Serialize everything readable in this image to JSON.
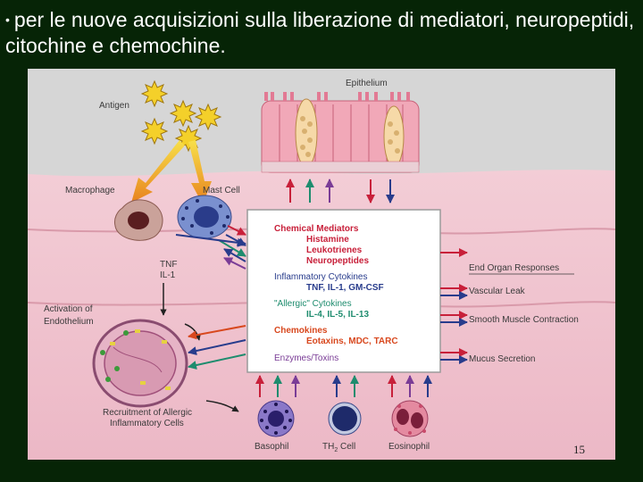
{
  "slide": {
    "bullet_text": "per le nuove acquisizioni sulla liberazione di mediatori, neuropeptidi, citochine e chemochine.",
    "page_number": "15"
  },
  "diagram": {
    "labels": {
      "antigen": "Antigen",
      "epithelium": "Epithelium",
      "macrophage": "Macrophage",
      "mast_cell": "Mast Cell",
      "tnf": "TNF",
      "il1": "IL-1",
      "activation_line1": "Activation of",
      "activation_line2": "Endothelium",
      "recruitment_line1": "Recruitment of Allergic",
      "recruitment_line2": "Inflammatory Cells",
      "basophil": "Basophil",
      "th2_cell": "TH",
      "th2_sub": "2",
      "th2_suffix": " Cell",
      "eosinophil": "Eosinophil"
    },
    "mediators_box": {
      "chemical_mediators": "Chemical Mediators",
      "histamine": "Histamine",
      "leukotrienes": "Leukotrienes",
      "neuropeptides": "Neuropeptides",
      "inflammatory_cytokines": "Inflammatory Cytokines",
      "inflammatory_list": "TNF, IL-1, GM-CSF",
      "allergic_cytokines": "\"Allergic\" Cytokines",
      "allergic_list": "IL-4, IL-5, IL-13",
      "chemokines": "Chemokines",
      "chemokines_list": "Eotaxins, MDC, TARC",
      "enzymes": "Enzymes/Toxins"
    },
    "end_organ": {
      "title": "End Organ Responses",
      "items": [
        "Vascular Leak",
        "Smooth Muscle Contraction",
        "Mucus Secretion"
      ]
    },
    "colors": {
      "chemical": "#c8203a",
      "inflammatory": "#283c8c",
      "allergic": "#1e8c6e",
      "chemokine": "#d8481e",
      "enzyme": "#7a3c96"
    }
  }
}
